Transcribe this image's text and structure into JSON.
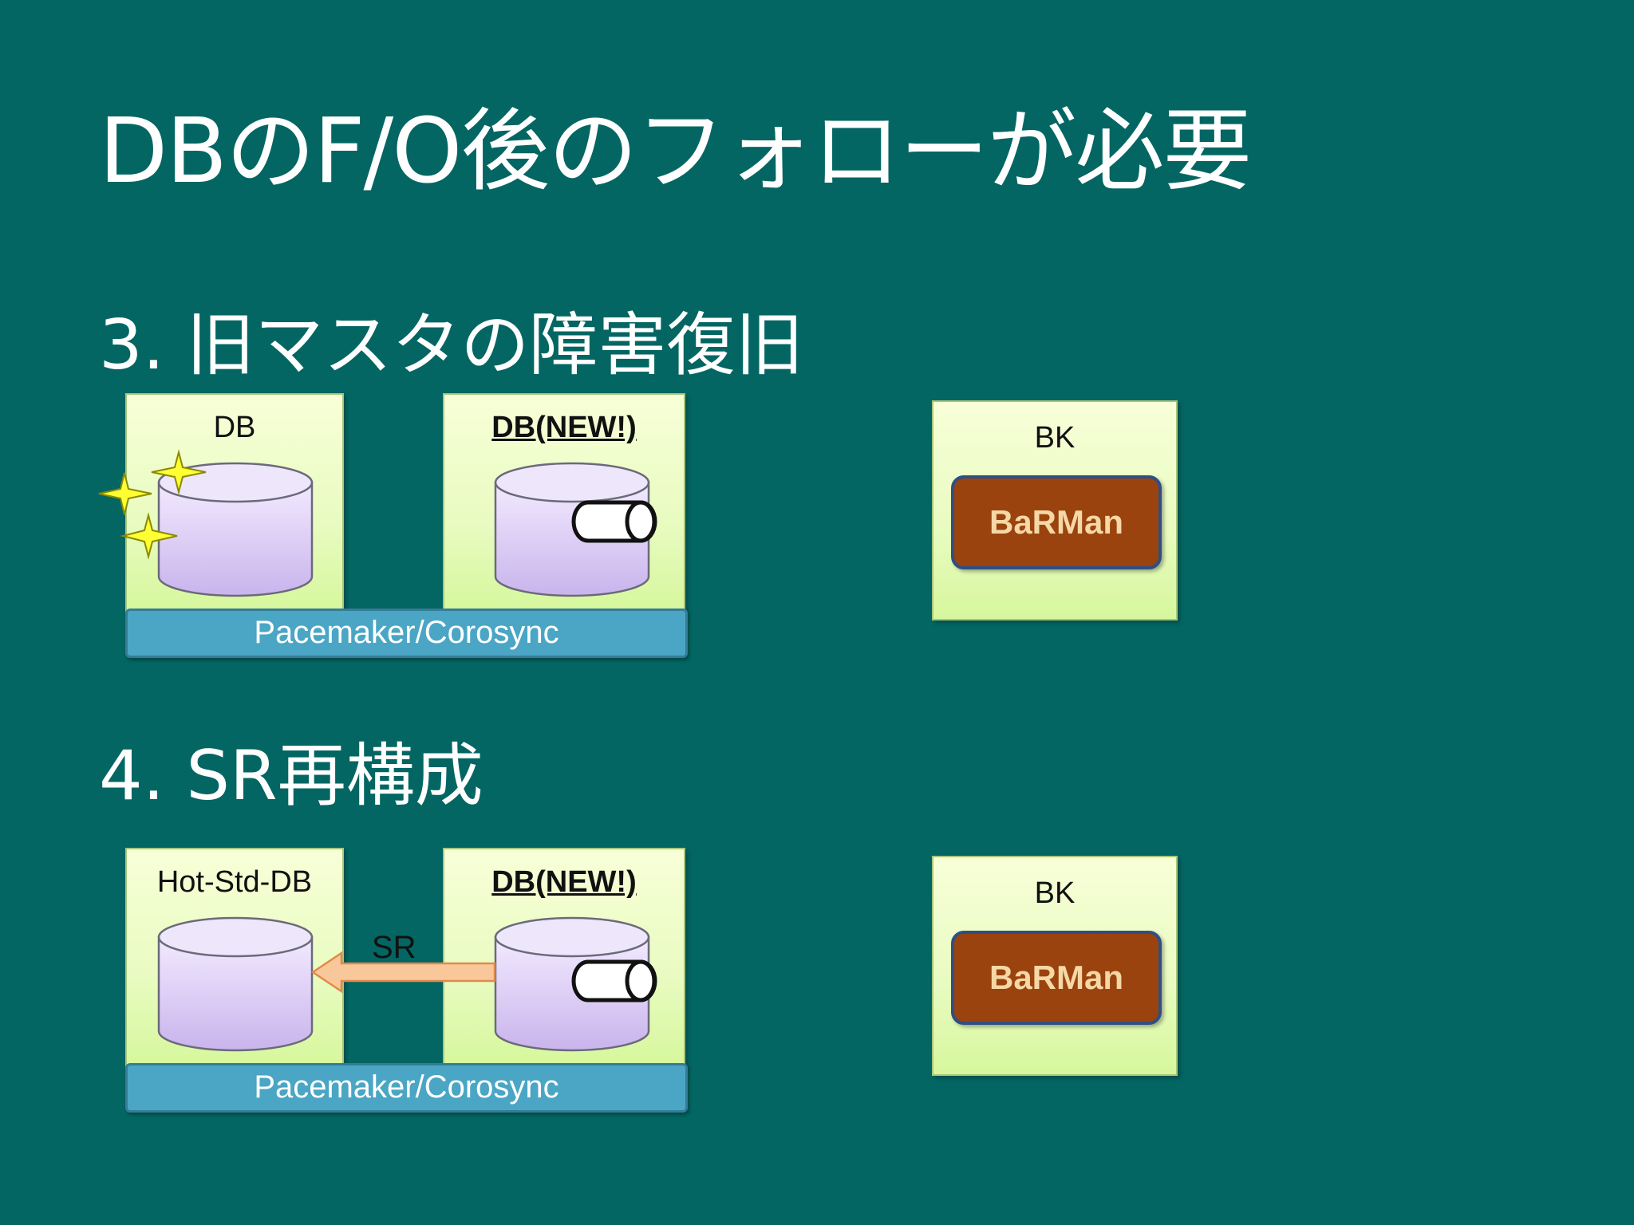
{
  "title": "DBのF/O後のフォローが必要",
  "section3": {
    "heading": "3. 旧マスタの障害復旧",
    "node_left_label": "DB",
    "node_right_label": "DB(NEW!)",
    "cluster_label": "Pacemaker/Corosync",
    "bk_label": "BK",
    "barman_label": "BaRMan"
  },
  "section4": {
    "heading": "4. SR再構成",
    "node_left_label": "Hot-Std-DB",
    "node_right_label": "DB(NEW!)",
    "replication_label": "SR",
    "cluster_label": "Pacemaker/Corosync",
    "bk_label": "BK",
    "barman_label": "BaRMan"
  },
  "colors": {
    "background": "#036663",
    "node_fill": "#e8fbc0",
    "cylinder_fill": "#d8c8f0",
    "cluster_bar": "#4aa6c4",
    "barman_fill": "#9a430e",
    "barman_text": "#f6d7a6",
    "arrow_fill": "#f9c89a",
    "sparkle": "#ffff33"
  }
}
